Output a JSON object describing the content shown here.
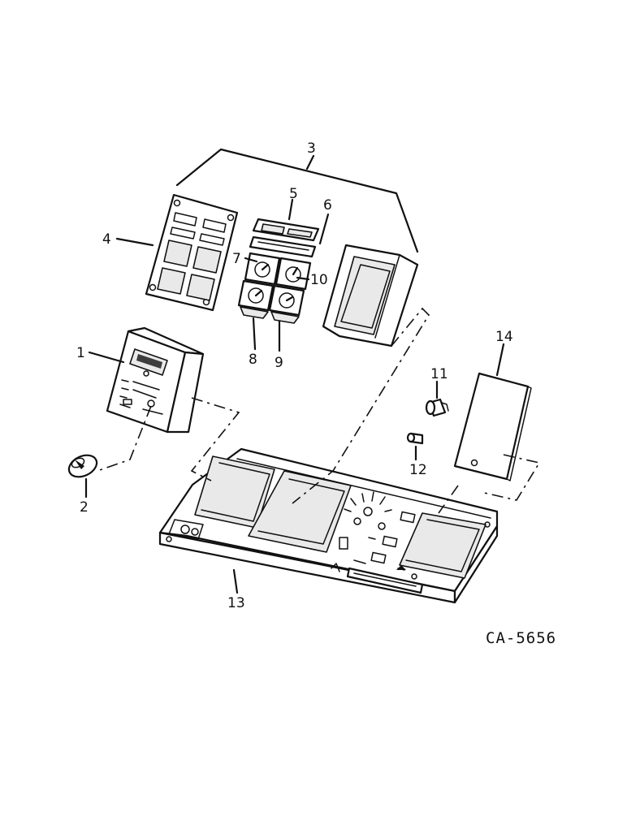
{
  "diagram": {
    "drawing_code": "CA-5656",
    "callouts": {
      "c1": "1",
      "c2": "2",
      "c3": "3",
      "c4": "4",
      "c5": "5",
      "c6": "6",
      "c7": "7",
      "c8": "8",
      "c9": "9",
      "c10": "10",
      "c11": "11",
      "c12": "12",
      "c13": "13",
      "c14": "14"
    }
  }
}
